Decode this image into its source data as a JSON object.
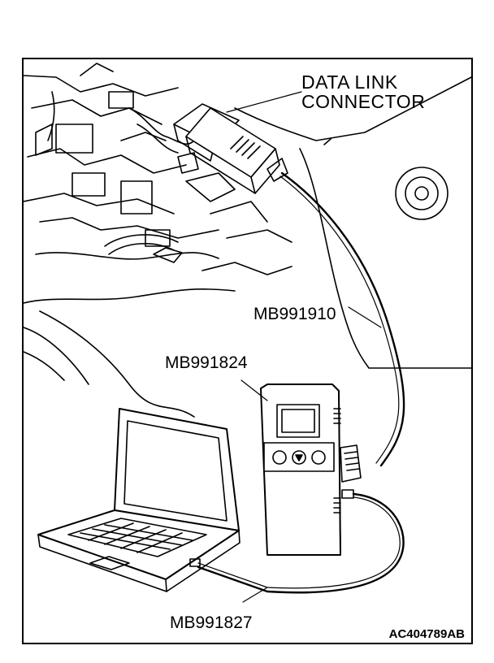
{
  "figure": {
    "labels": {
      "dlc_line1": "DATA LINK",
      "dlc_line2": "CONNECTOR",
      "cable_main": "MB991910",
      "vci": "MB991824",
      "usb_cable": "MB991827"
    },
    "figure_code": "AC404789AB"
  }
}
